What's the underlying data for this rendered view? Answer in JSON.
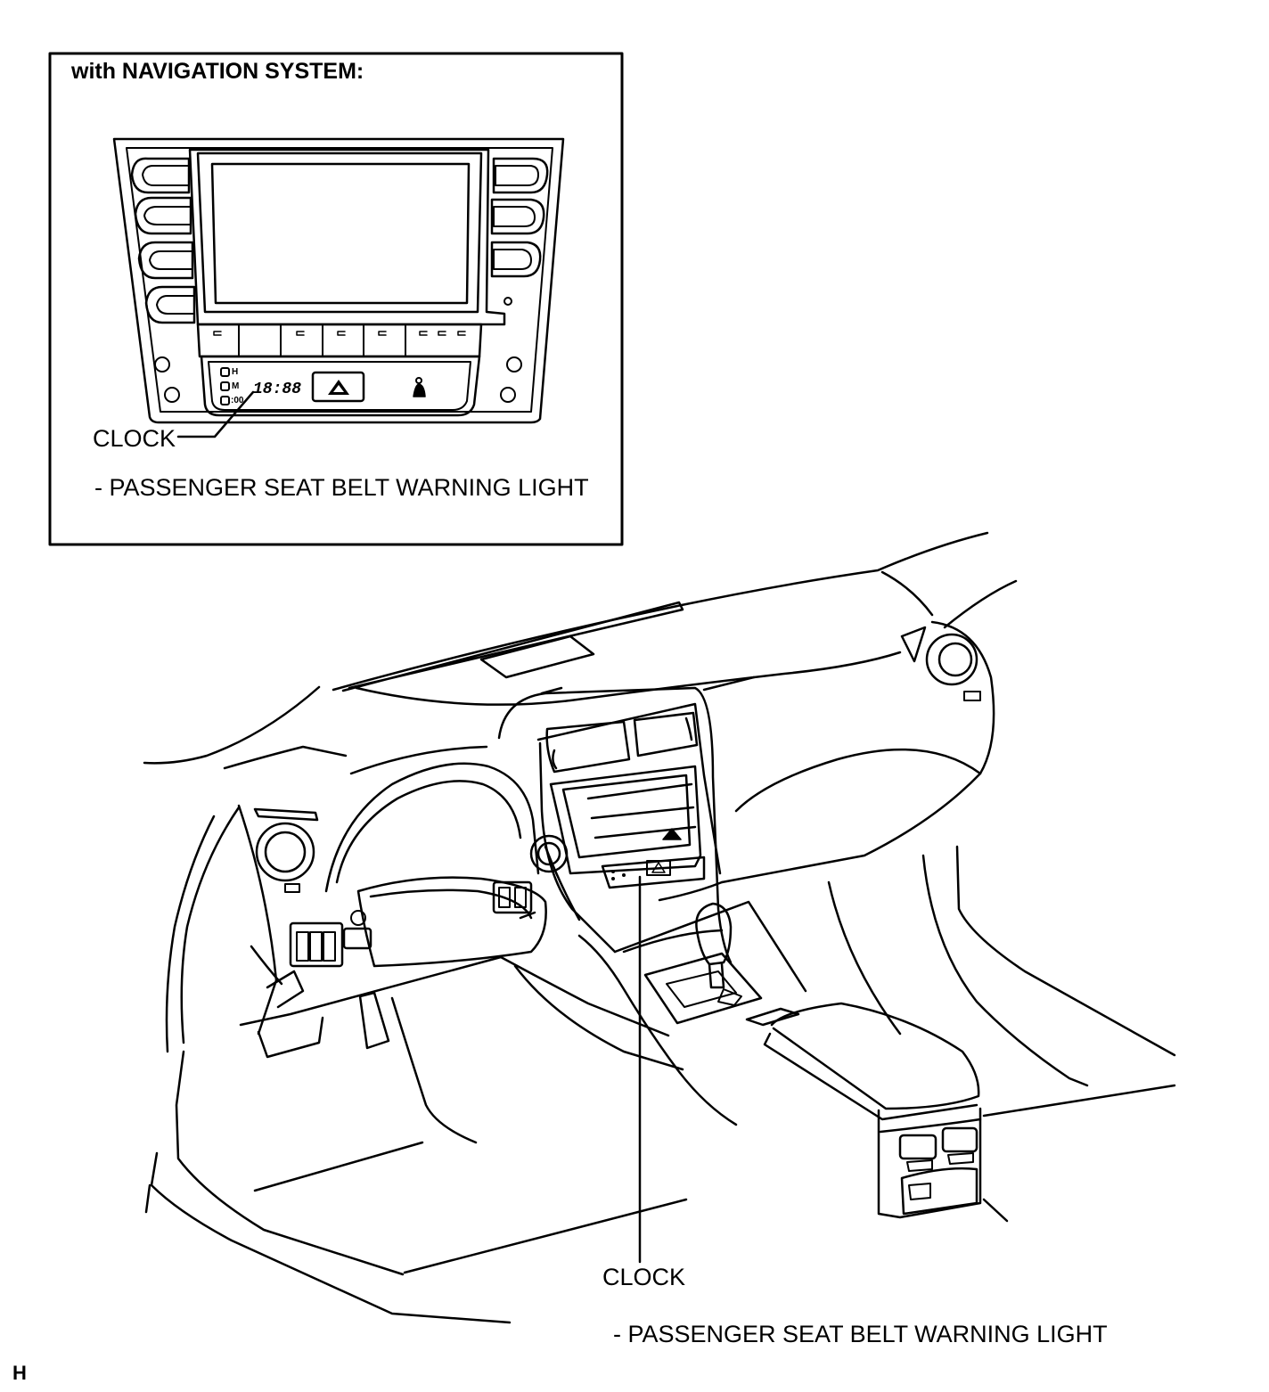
{
  "inset": {
    "heading": "with NAVIGATION SYSTEM:",
    "clock_label": "CLOCK",
    "warning_label": "- PASSENGER SEAT BELT WARNING LIGHT",
    "panel": {
      "clock_display": "18:88",
      "indicators": [
        "H",
        "M",
        ":00"
      ]
    }
  },
  "main": {
    "clock_label": "CLOCK",
    "warning_label": "- PASSENGER SEAT BELT WARNING LIGHT"
  },
  "corner_code": "H"
}
